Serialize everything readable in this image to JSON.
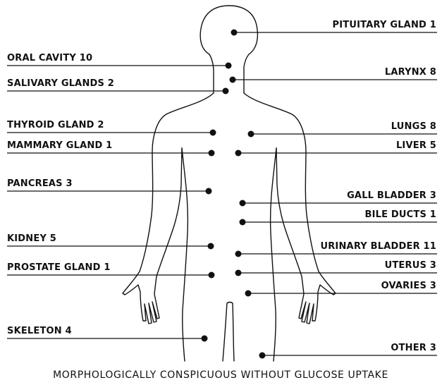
{
  "caption": "MORPHOLOGICALLY CONSPICUOUS WITHOUT GLUCOSE UPTAKE",
  "colors": {
    "ink": "#111111",
    "background": "#ffffff"
  },
  "left_labels": [
    {
      "id": "oral-cavity",
      "text": "ORAL CAVITY 10"
    },
    {
      "id": "salivary-glands",
      "text": "SALIVARY GLANDS 2"
    },
    {
      "id": "thyroid-gland",
      "text": "THYROID GLAND 2"
    },
    {
      "id": "mammary-gland",
      "text": "MAMMARY GLAND 1"
    },
    {
      "id": "pancreas",
      "text": "PANCREAS 3"
    },
    {
      "id": "kidney",
      "text": "KIDNEY 5"
    },
    {
      "id": "prostate-gland",
      "text": "PROSTATE GLAND 1"
    },
    {
      "id": "skeleton",
      "text": "SKELETON 4"
    }
  ],
  "right_labels": [
    {
      "id": "pituitary-gland",
      "text": "PITUITARY GLAND 1"
    },
    {
      "id": "larynx",
      "text": "LARYNX 8"
    },
    {
      "id": "lungs",
      "text": "LUNGS 8"
    },
    {
      "id": "liver",
      "text": "LIVER 5"
    },
    {
      "id": "gall-bladder",
      "text": "GALL BLADDER 3"
    },
    {
      "id": "bile-ducts",
      "text": "BILE DUCTS 1"
    },
    {
      "id": "urinary-bladder",
      "text": "URINARY BLADDER 11"
    },
    {
      "id": "uterus",
      "text": "UTERUS 3"
    },
    {
      "id": "ovaries",
      "text": "OVARIES 3"
    },
    {
      "id": "other",
      "text": "OTHER 3"
    }
  ]
}
